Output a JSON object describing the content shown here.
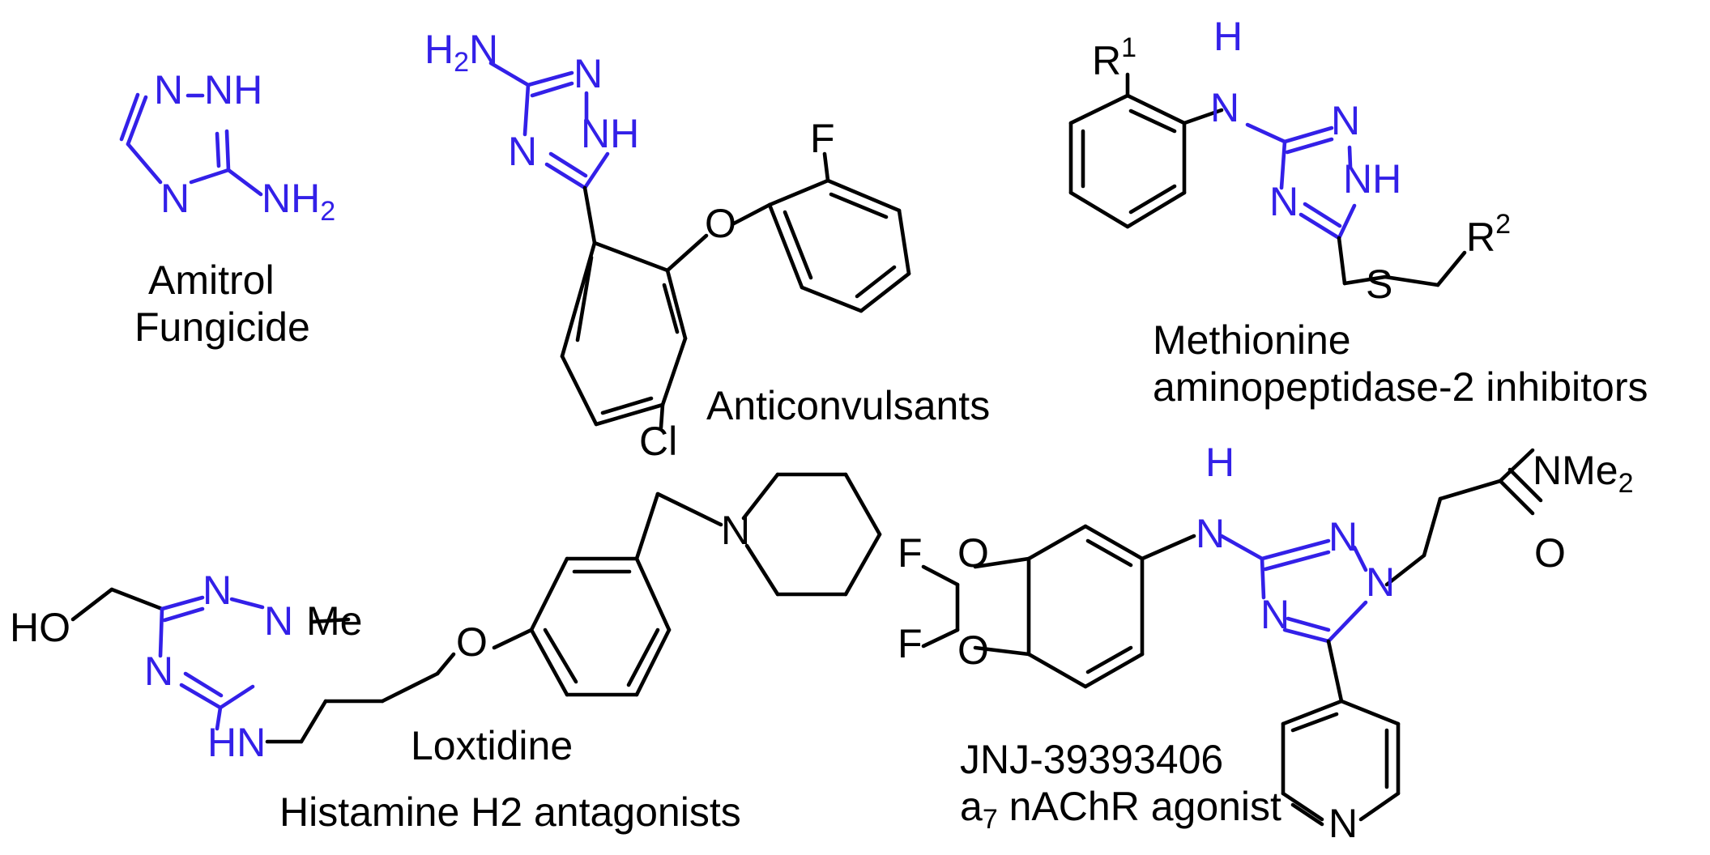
{
  "colors": {
    "triazole": "#3320e8",
    "bonds": "#000000",
    "background": "#ffffff"
  },
  "labels": {
    "amitrol_name": "Amitrol",
    "amitrol_use": "Fungicide",
    "anticonvulsants": "Anticonvulsants",
    "methionine_name": "Methionine",
    "methionine_use": "aminopeptidase-2 inhibitors",
    "loxtidine": "Loxtidine",
    "histamine": "Histamine H2 antagonists",
    "jnj_code": "JNJ-39393406",
    "jnj_use_prefix": "a",
    "jnj_use_sub": "7",
    "jnj_use_rest": " nAChR agonist"
  },
  "atoms": {
    "N": "N",
    "NH": "NH",
    "H": "H",
    "HN": "HN",
    "HO": "HO",
    "H2N_H": "H",
    "H2N_2": "2",
    "H2N_N": "N",
    "NH2_NH": "NH",
    "NH2_2": "2",
    "O": "O",
    "F": "F",
    "Cl": "Cl",
    "S": "S",
    "R": "R",
    "sup1": "1",
    "sup2": "2",
    "Me": "Me",
    "NMe2_NMe": "NMe",
    "NMe2_2": "2"
  }
}
